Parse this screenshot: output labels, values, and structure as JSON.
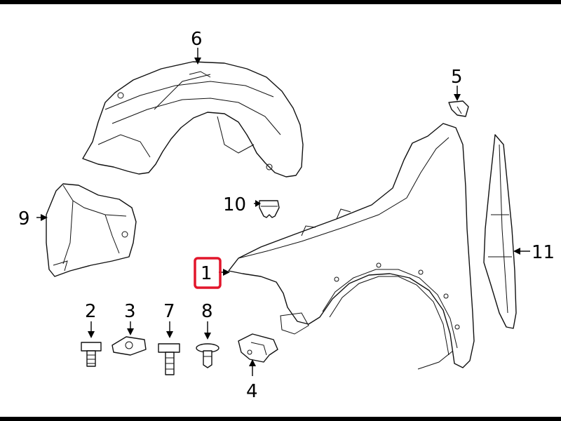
{
  "diagram": {
    "callouts": [
      {
        "id": "c1",
        "label": "1"
      },
      {
        "id": "c2",
        "label": "2"
      },
      {
        "id": "c3",
        "label": "3"
      },
      {
        "id": "c4",
        "label": "4"
      },
      {
        "id": "c5",
        "label": "5"
      },
      {
        "id": "c6",
        "label": "6"
      },
      {
        "id": "c7",
        "label": "7"
      },
      {
        "id": "c8",
        "label": "8"
      },
      {
        "id": "c9",
        "label": "9"
      },
      {
        "id": "c10",
        "label": "10"
      },
      {
        "id": "c11",
        "label": "11"
      }
    ],
    "highlighted_callout": "1",
    "highlight_color": "#e2162b"
  }
}
